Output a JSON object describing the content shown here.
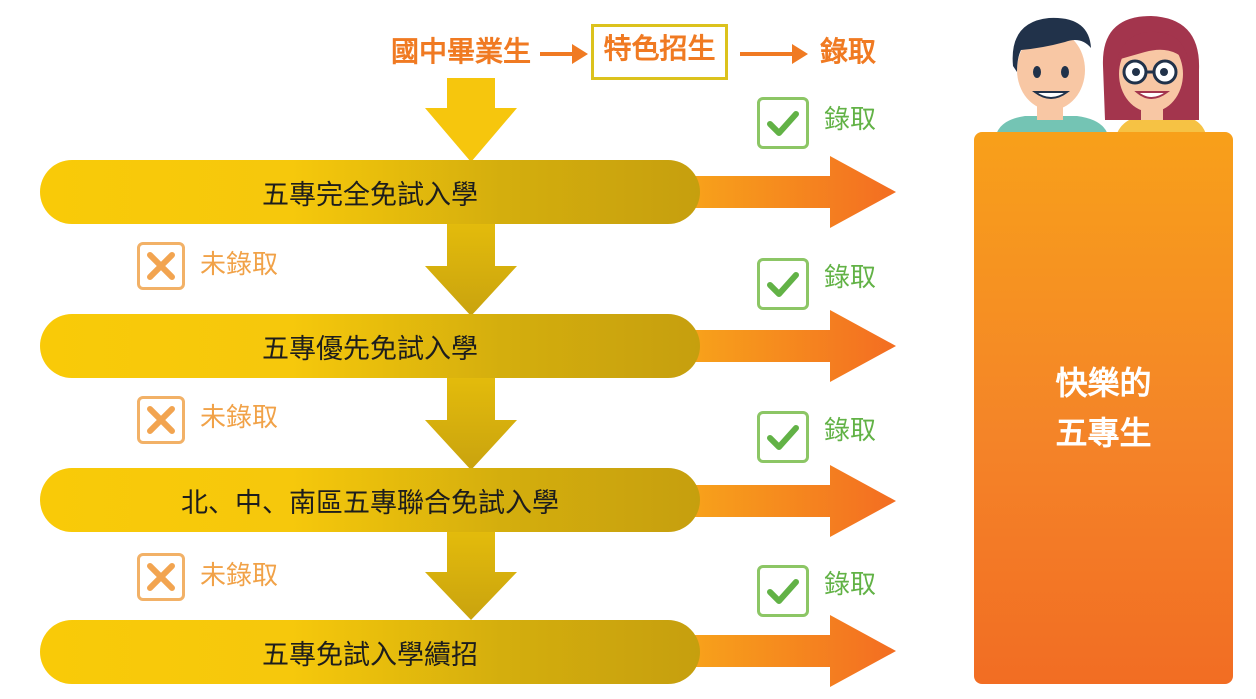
{
  "flow": {
    "start_label": "國中畢業生",
    "special_label": "特色招生",
    "admit_label": "錄取"
  },
  "stages": [
    {
      "label": "五專完全免試入學",
      "result_label": "錄取",
      "fail_label": "未錄取"
    },
    {
      "label": "五專優先免試入學",
      "result_label": "錄取",
      "fail_label": "未錄取"
    },
    {
      "label": "北、中、南區五專聯合免試入學",
      "result_label": "錄取",
      "fail_label": "未錄取"
    },
    {
      "label": "五專免試入學續招",
      "result_label": "錄取"
    }
  ],
  "outcome": {
    "line1": "快樂的",
    "line2": "五專生"
  },
  "colors": {
    "orange": "#f07a22",
    "yellow": "#f9ca08",
    "gold_dark": "#c69f0e",
    "green": "#62b246",
    "fail_orange": "#f1a248"
  },
  "icons": [
    "right-arrow-icon",
    "down-arrow-icon",
    "check-icon",
    "cross-icon",
    "student-boy-illustration",
    "student-girl-illustration"
  ]
}
